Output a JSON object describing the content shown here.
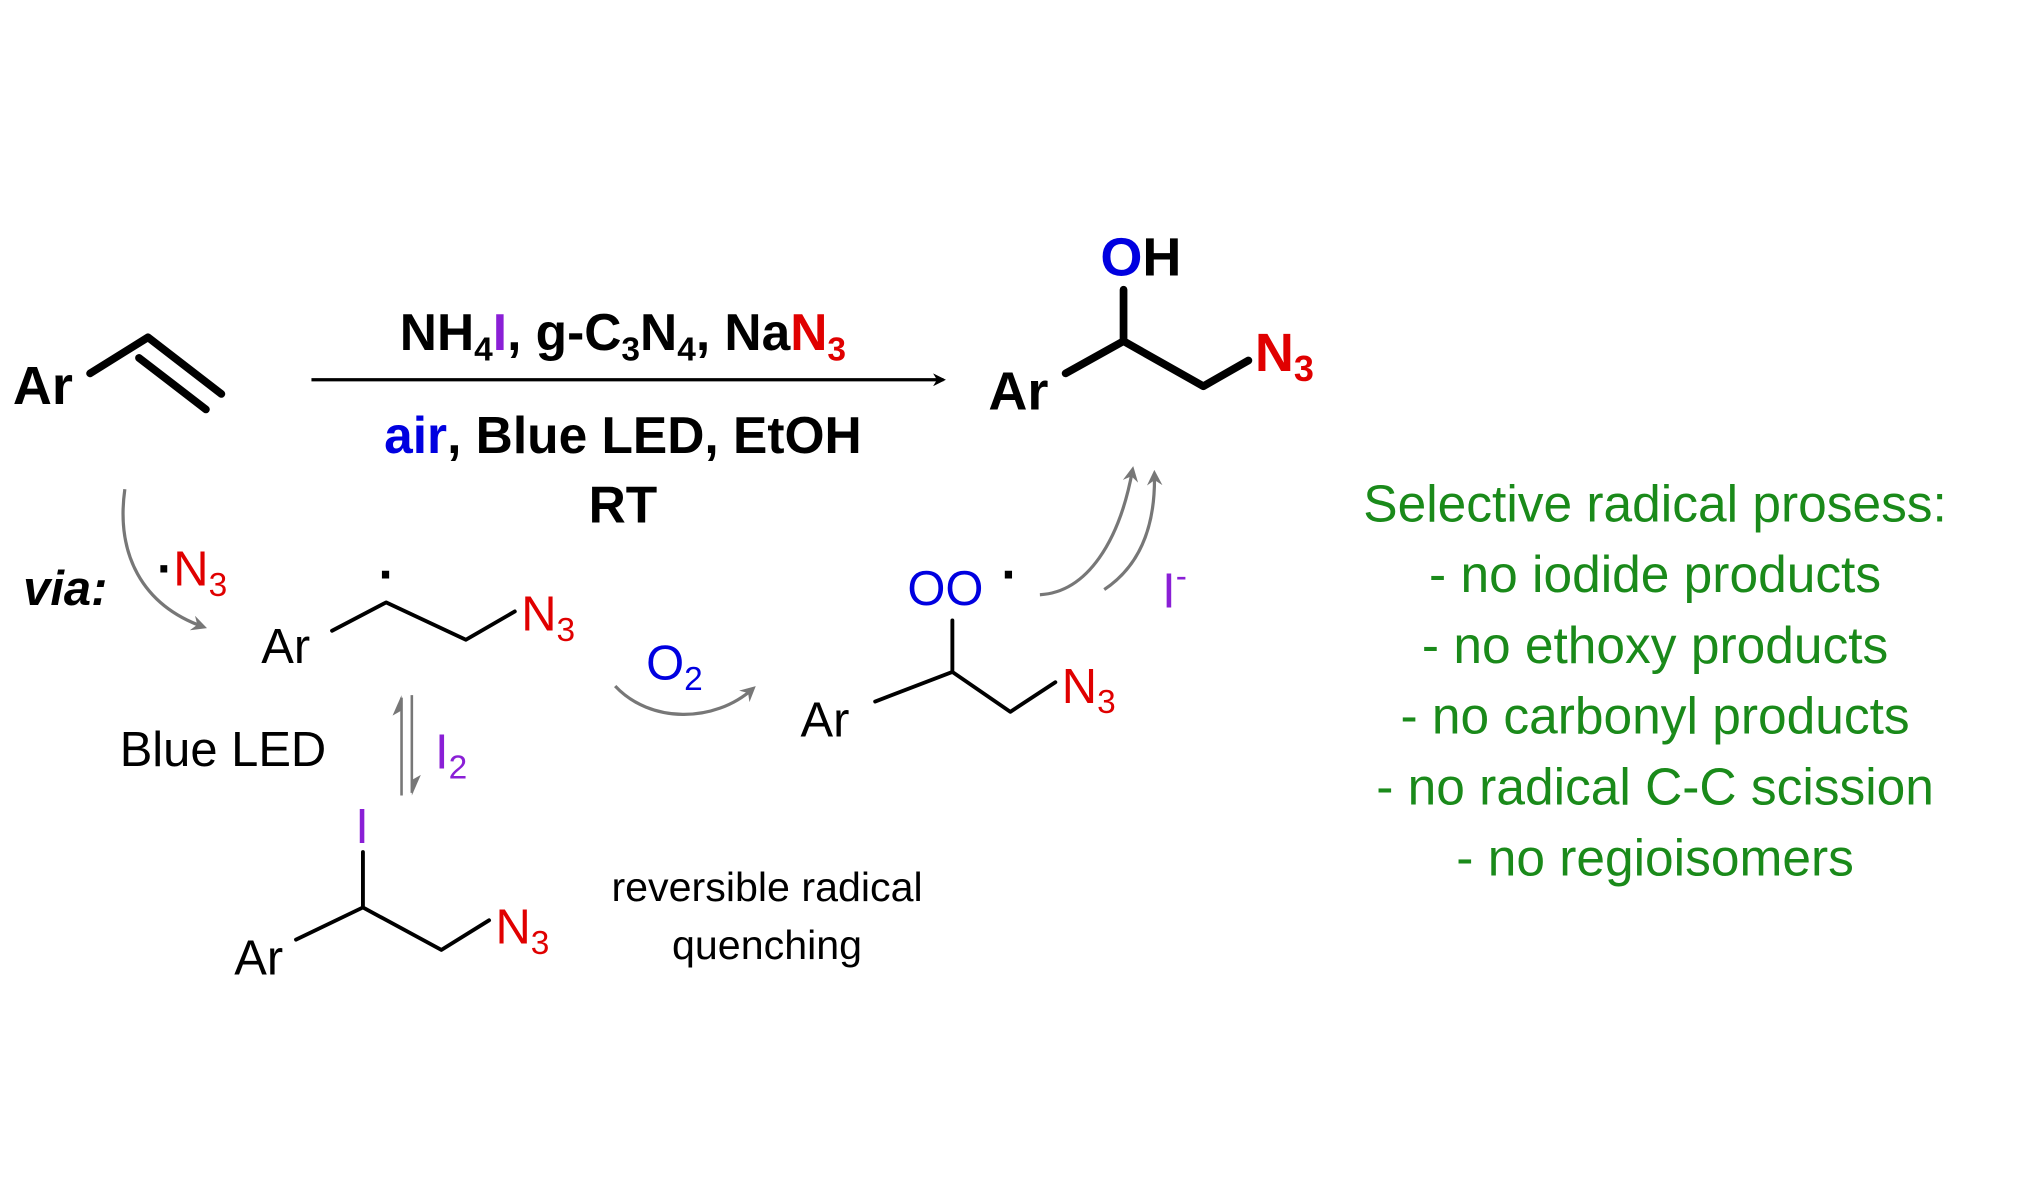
{
  "colors": {
    "black": "#000000",
    "red": "#e00000",
    "blue": "#0000e0",
    "purple": "#8a1fd6",
    "green": "#1a8a1a",
    "gray": "#777777"
  },
  "start": {
    "ar": "Ar"
  },
  "conditions": {
    "line1": {
      "nh": "NH",
      "nh_sub": "4",
      "i": "I",
      "sep1": ", g-C",
      "c_sub": "3",
      "n": "N",
      "n_sub": "4",
      "sep2": ", Na",
      "n3": "N",
      "n3_sub": "3"
    },
    "line2": {
      "air": "air",
      "rest": ", Blue LED, EtOH"
    },
    "line3": "RT"
  },
  "product": {
    "ar": "Ar",
    "o": "O",
    "h": "H",
    "n": "N",
    "n_sub": "3"
  },
  "mechanism": {
    "via": "via:",
    "azide_radical": {
      "dot": "·",
      "n": "N",
      "n_sub": "3"
    },
    "radical": {
      "ar": "Ar",
      "dot": "·",
      "n": "N",
      "n_sub": "3"
    },
    "blue_led": "Blue LED",
    "i2": {
      "i": "I",
      "sub": "2"
    },
    "iodide": {
      "i": "I",
      "ar": "Ar",
      "n": "N",
      "n_sub": "3"
    },
    "note": [
      "reversible radical",
      "quenching"
    ],
    "o2": {
      "o": "O",
      "sub": "2"
    },
    "peroxy": {
      "oo": "OO",
      "dot": "·",
      "ar": "Ar",
      "n": "N",
      "n_sub": "3"
    },
    "iodide_ion": {
      "i": "I",
      "sup": "-"
    }
  },
  "selectivity": {
    "title": "Selective radical prosess:",
    "items": [
      "- no iodide products",
      "- no ethoxy products",
      "- no carbonyl products",
      "- no radical C-C scission",
      "- no regioisomers"
    ]
  }
}
